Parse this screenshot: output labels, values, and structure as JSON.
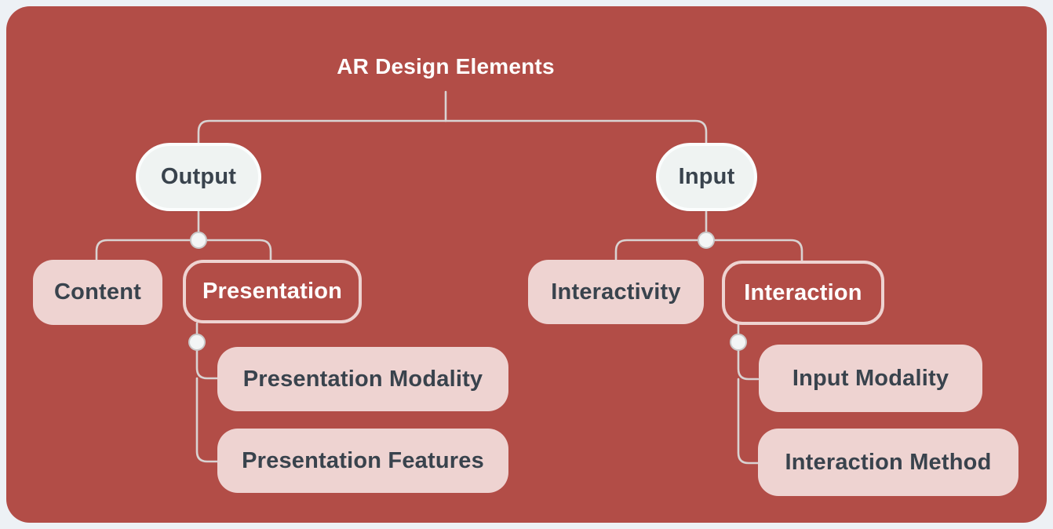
{
  "colors": {
    "canvas_bg": "#edf1f5",
    "panel_bg": "#b24d47",
    "node_pink": "#eed3d1",
    "node_white_fill": "#eff3f2",
    "node_white_border": "#fbfdfd",
    "text_dark": "#39434d",
    "text_light": "#ffffff",
    "connector": "#d9d3d2",
    "dot_fill": "#f3f5f5",
    "dot_border": "#c9c9c9"
  },
  "mindmap": {
    "root": "AR Design Elements",
    "branches": [
      {
        "label": "Output",
        "children": [
          {
            "label": "Content",
            "children": []
          },
          {
            "label": "Presentation",
            "children": [
              {
                "label": "Presentation Modality"
              },
              {
                "label": "Presentation Features"
              }
            ]
          }
        ]
      },
      {
        "label": "Input",
        "children": [
          {
            "label": "Interactivity",
            "children": []
          },
          {
            "label": "Interaction",
            "children": [
              {
                "label": "Input Modality"
              },
              {
                "label": "Interaction Method"
              }
            ]
          }
        ]
      }
    ]
  }
}
